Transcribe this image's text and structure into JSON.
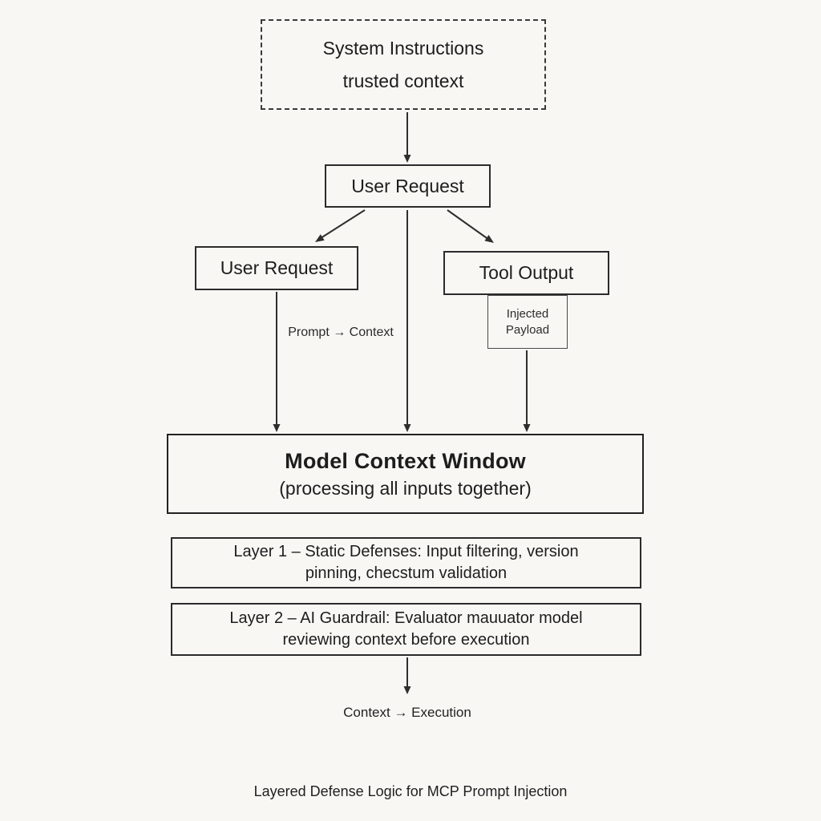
{
  "colors": {
    "background": "#f8f7f4",
    "box_border": "#2b2b2b",
    "arrow": "#2e2e2e",
    "text": "#1d1d1d"
  },
  "nodes": {
    "system_instructions": {
      "line1": "System Instructions",
      "line2": "trusted context"
    },
    "user_request_top": {
      "label": "User Request"
    },
    "user_request_left": {
      "label": "User Request"
    },
    "tool_output": {
      "label": "Tool Output"
    },
    "injected_payload": {
      "line1": "Injected",
      "line2": "Payload"
    },
    "model_context_window": {
      "title": "Model Context Window",
      "subtitle": "(processing all inputs together)"
    },
    "layer1": {
      "line1": "Layer 1 – Static Defenses: Input filtering, version",
      "line2": "pinning, checstum validation"
    },
    "layer2": {
      "line1": "Layer 2 – AI Guardrail: Evaluator mauuator model",
      "line2": "reviewing context before execution"
    }
  },
  "labels": {
    "prompt_to_context": "Prompt → Context",
    "context_to_execution": "Context → Execution",
    "caption": "Layered Defense Logic for MCP Prompt Injection"
  }
}
